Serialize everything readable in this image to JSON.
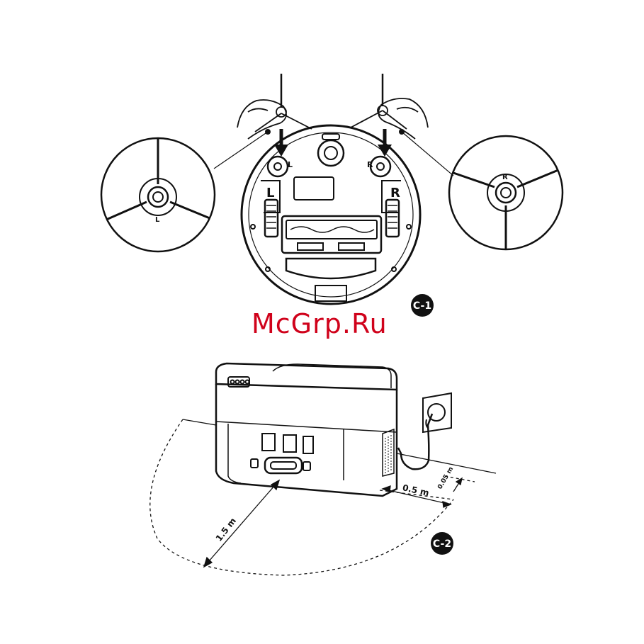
{
  "figure_c1": {
    "badge": "C-1",
    "left_brush_label": "L",
    "right_brush_label": "R",
    "left_socket_label": "L",
    "right_socket_label": "R",
    "left_zoom_label": "L",
    "right_zoom_label": "R"
  },
  "figure_c2": {
    "badge": "C-2",
    "front_clearance": "1.5 m",
    "side_clearance": "0.5 m",
    "wall_clearance": "0.05 m"
  },
  "watermark": "McGrp.Ru"
}
